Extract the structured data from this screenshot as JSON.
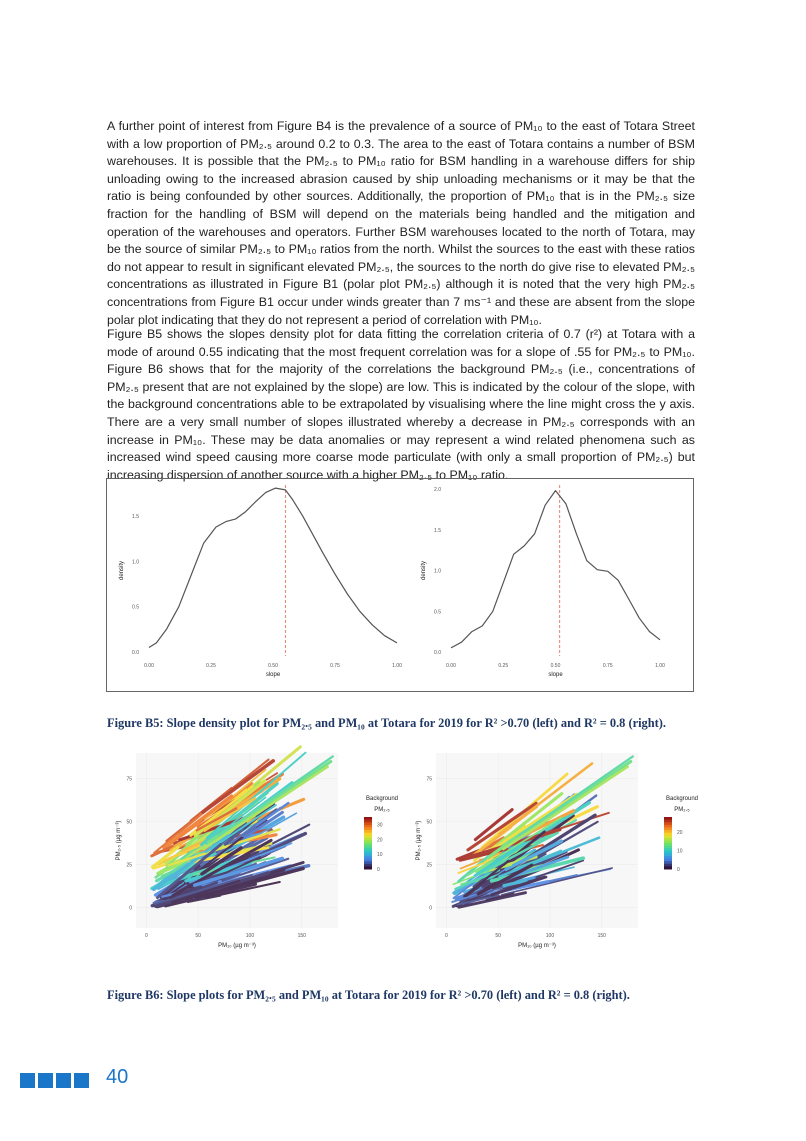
{
  "paragraphs": [
    "A further point of interest from Figure B4 is the prevalence of a source of PM₁₀ to the east of Totara Street with a low proportion of PM₂.₅ around 0.2 to 0.3.  The area to the east of Totara contains a number of BSM warehouses.  It is possible that the PM₂.₅ to PM₁₀ ratio for BSM handling in a warehouse differs for ship unloading owing to the increased abrasion caused by ship unloading mechanisms or it may be that the ratio is being confounded by other sources. Additionally, the proportion of PM₁₀ that is in the PM₂.₅ size fraction for the handling of BSM will depend on the materials being handled and the mitigation and operation of the warehouses and operators. Further BSM warehouses located to the north of Totara, may be the source of similar PM₂.₅ to PM₁₀ ratios from the north.  Whilst the sources to the east with these ratios do not appear to result in significant elevated PM₂.₅, the sources to the north do give rise to elevated PM₂.₅ concentrations as illustrated in Figure B1 (polar plot PM₂.₅) although it is noted that the very high PM₂.₅ concentrations from Figure B1 occur under winds greater than 7 ms⁻¹ and these are absent from the slope polar plot indicating that they do not represent a period of correlation with PM₁₀.",
    "Figure B5 shows the slopes density plot for data fitting the correlation criteria of 0.7 (r²) at Totara with a mode of around 0.55 indicating that the most frequent correlation was for a slope of .55 for PM₂.₅ to PM₁₀.  Figure B6 shows that for the majority of the correlations the background PM₂.₅ (i.e., concentrations of PM₂.₅ present that are not explained by the slope) are low.  This is indicated by the colour of the slope, with the background concentrations able to be extrapolated by visualising where the line might cross the y axis.  There are a very small number of slopes illustrated whereby a decrease in PM₂.₅ corresponds with an increase in PM₁₀.  These may be data anomalies or may represent a wind related phenomena such as increased wind speed causing more coarse mode particulate (with only a small proportion of PM₂.₅) but increasing dispersion of another source with a higher PM₂.₅ to PM₁₀ ratio."
  ],
  "caption_b5": "Figure B5: Slope density plot for PM₂.₅ and PM₁₀ at Totara for 2019 for R² >0.70 (left) and R² = 0.8 (right).",
  "caption_b6": "Figure B6: Slope plots for PM₂.₅ and PM₁₀ at Totara for 2019 for R² >0.70 (left) and R² = 0.8 (right).",
  "page_number": "40",
  "colors": {
    "accent": "#1976c9",
    "caption": "#1f3864",
    "mode_line": "#e8735a",
    "curve": "#555555"
  },
  "chart_data": [
    {
      "type": "line",
      "xlabel": "slope",
      "ylabel": "density",
      "xlim": [
        0,
        1
      ],
      "ylim": [
        0,
        1.8
      ],
      "x_ticks": [
        "0.00",
        "0.25",
        "0.50",
        "0.75",
        "1.00"
      ],
      "y_ticks": [
        "0.0",
        "0.5",
        "1.0",
        "1.5"
      ],
      "mode": 0.55,
      "x": [
        0.0,
        0.03,
        0.07,
        0.12,
        0.17,
        0.22,
        0.27,
        0.31,
        0.35,
        0.39,
        0.43,
        0.47,
        0.51,
        0.55,
        0.58,
        0.62,
        0.66,
        0.7,
        0.75,
        0.8,
        0.85,
        0.9,
        0.95,
        1.0
      ],
      "y": [
        0.05,
        0.1,
        0.25,
        0.5,
        0.85,
        1.2,
        1.38,
        1.44,
        1.47,
        1.55,
        1.66,
        1.76,
        1.81,
        1.79,
        1.68,
        1.5,
        1.3,
        1.1,
        0.86,
        0.64,
        0.45,
        0.3,
        0.18,
        0.1
      ]
    },
    {
      "type": "line",
      "xlabel": "slope",
      "ylabel": "density",
      "xlim": [
        0,
        1
      ],
      "ylim": [
        0,
        2.0
      ],
      "x_ticks": [
        "0.00",
        "0.25",
        "0.50",
        "0.75",
        "1.00"
      ],
      "y_ticks": [
        "0.0",
        "0.5",
        "1.0",
        "1.5",
        "2.0"
      ],
      "mode": 0.52,
      "x": [
        0.0,
        0.05,
        0.1,
        0.15,
        0.2,
        0.25,
        0.3,
        0.35,
        0.4,
        0.45,
        0.5,
        0.55,
        0.6,
        0.65,
        0.7,
        0.75,
        0.8,
        0.85,
        0.9,
        0.95,
        1.0
      ],
      "y": [
        0.05,
        0.12,
        0.25,
        0.32,
        0.5,
        0.85,
        1.2,
        1.3,
        1.45,
        1.8,
        1.98,
        1.82,
        1.45,
        1.12,
        1.01,
        0.99,
        0.88,
        0.65,
        0.42,
        0.25,
        0.15
      ]
    }
  ],
  "slope_plots": [
    {
      "xlabel": "PM₁₀ (µg m⁻³)",
      "ylabel": "PM₂.₅ (µg m⁻³)",
      "x_ticks": [
        "0",
        "50",
        "100",
        "150"
      ],
      "y_ticks": [
        "0",
        "25",
        "50",
        "75"
      ],
      "xlim": [
        -10,
        185
      ],
      "ylim": [
        -12,
        90
      ],
      "legend_title_1": "Background",
      "legend_title_2": "PM₂.₅",
      "legend_ticks": [
        "30",
        "20",
        "10",
        "0"
      ],
      "legend_max": 35
    },
    {
      "xlabel": "PM₁₀ (µg m⁻³)",
      "ylabel": "PM₂.₅ (µg m⁻³)",
      "x_ticks": [
        "0",
        "50",
        "100",
        "150"
      ],
      "y_ticks": [
        "0",
        "25",
        "50",
        "75"
      ],
      "xlim": [
        -10,
        185
      ],
      "ylim": [
        -12,
        90
      ],
      "legend_title_1": "Background",
      "legend_title_2": "PM₂.₅",
      "legend_ticks": [
        "20",
        "10",
        "0"
      ],
      "legend_max": 28
    }
  ]
}
